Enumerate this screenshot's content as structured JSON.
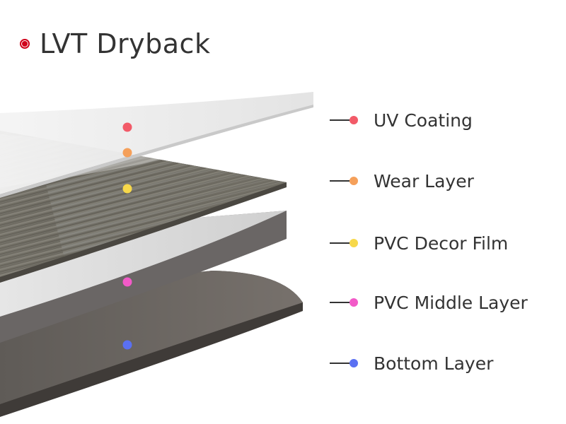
{
  "title": "LVT Dryback",
  "accent_color": "#d0021b",
  "layers": [
    {
      "label": "UV Coating",
      "color": "#f25a68"
    },
    {
      "label": "Wear Layer",
      "color": "#f5a05a"
    },
    {
      "label": "PVC Decor Film",
      "color": "#f7d84a"
    },
    {
      "label": "PVC Middle Layer",
      "color": "#f25ac8"
    },
    {
      "label": "Bottom Layer",
      "color": "#5a70f2"
    }
  ]
}
